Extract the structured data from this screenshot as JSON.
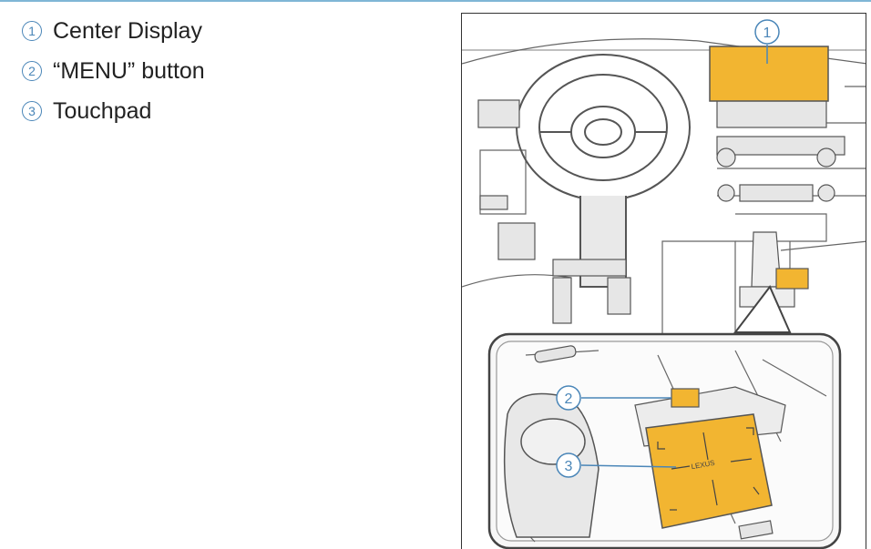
{
  "legend": [
    {
      "number": "1",
      "label": "Center Display"
    },
    {
      "number": "2",
      "label": "“MENU” button"
    },
    {
      "number": "3",
      "label": "Touchpad"
    }
  ],
  "figure": {
    "callouts": [
      "1",
      "2",
      "3"
    ],
    "touchpad_logo": "LEXUS",
    "highlight_color": "#f2b531"
  }
}
